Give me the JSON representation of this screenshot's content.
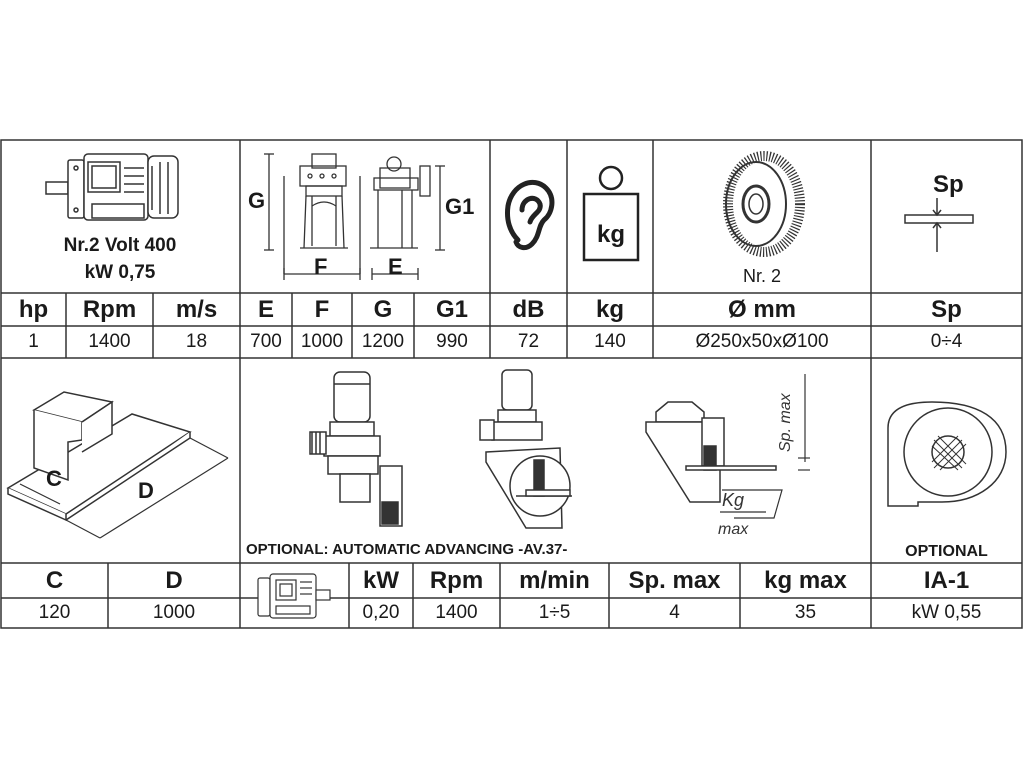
{
  "motor": {
    "line1": "Nr.2 Volt 400",
    "line2": "kW 0,75"
  },
  "dimension_icon": {
    "g": "G",
    "f": "F",
    "g1": "G1",
    "e": "E"
  },
  "brush": {
    "label": "Nr. 2"
  },
  "sp_icon": {
    "label": "Sp"
  },
  "weight_icon": {
    "label": "kg"
  },
  "top_table": {
    "headers": [
      "hp",
      "Rpm",
      "m/s",
      "E",
      "F",
      "G",
      "G1",
      "dB",
      "kg",
      "Ø mm",
      "Sp"
    ],
    "values": [
      "1",
      "1400",
      "18",
      "700",
      "1000",
      "1200",
      "990",
      "72",
      "140",
      "Ø250x50xØ100",
      "0÷4"
    ]
  },
  "table_icon": {
    "c": "C",
    "d": "D"
  },
  "feeder": {
    "caption": "OPTIONAL: AUTOMATIC ADVANCING -AV.37-",
    "sp_max_label": "Sp. max",
    "kg_label": "Kg",
    "max_label": "max"
  },
  "extractor": {
    "caption": "OPTIONAL"
  },
  "bottom_table": {
    "headers": [
      "C",
      "D",
      "kW",
      "Rpm",
      "m/min",
      "Sp. max",
      "kg max",
      "IA-1"
    ],
    "values": [
      "120",
      "1000",
      "0,20",
      "1400",
      "1÷5",
      "4",
      "35",
      "kW 0,55"
    ]
  }
}
